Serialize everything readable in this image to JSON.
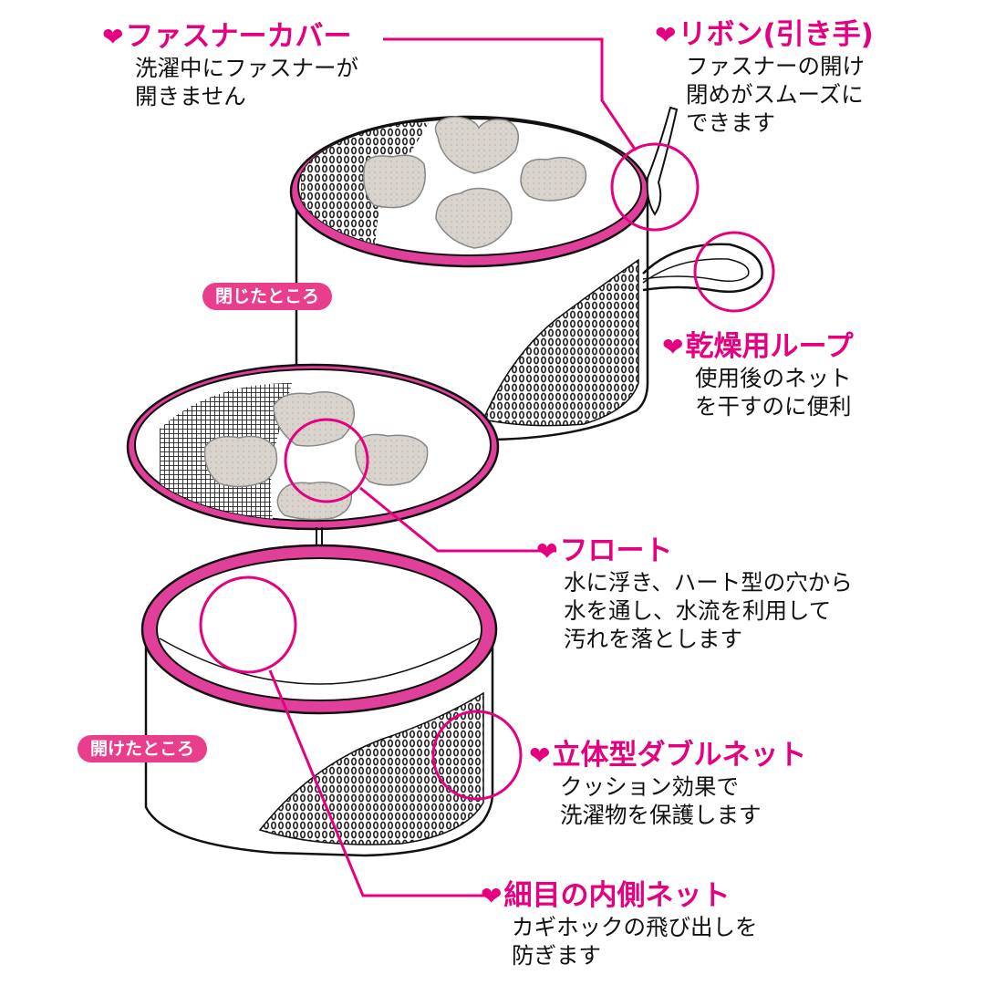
{
  "colors": {
    "accent": "#e4007f",
    "rim": "#e0409a",
    "heart": "#d4cfc8"
  },
  "features": [
    {
      "id": "zipper-cover",
      "title": "ファスナーカバー",
      "desc": [
        "洗濯中にファスナーが",
        "開きません"
      ]
    },
    {
      "id": "ribbon",
      "title": "リボン(引き手)",
      "desc": [
        "ファスナーの開け",
        "閉めがスムーズに",
        "できます"
      ]
    },
    {
      "id": "drying-loop",
      "title": "乾燥用ループ",
      "desc": [
        "使用後のネット",
        "を干すのに便利"
      ]
    },
    {
      "id": "float",
      "title": "フロート",
      "desc": [
        "水に浮き、ハート型の穴から",
        "水を通し、水流を利用して",
        "汚れを落とします"
      ]
    },
    {
      "id": "double-net",
      "title": "立体型ダブルネット",
      "desc": [
        "クッション効果で",
        "洗濯物を保護します"
      ]
    },
    {
      "id": "inner-net",
      "title": "細目の内側ネット",
      "desc": [
        "カギホックの飛び出しを",
        "防ぎます"
      ]
    }
  ],
  "badges": {
    "closed": "閉じたところ",
    "open": "開けたところ"
  },
  "heart_symbol": "❤"
}
